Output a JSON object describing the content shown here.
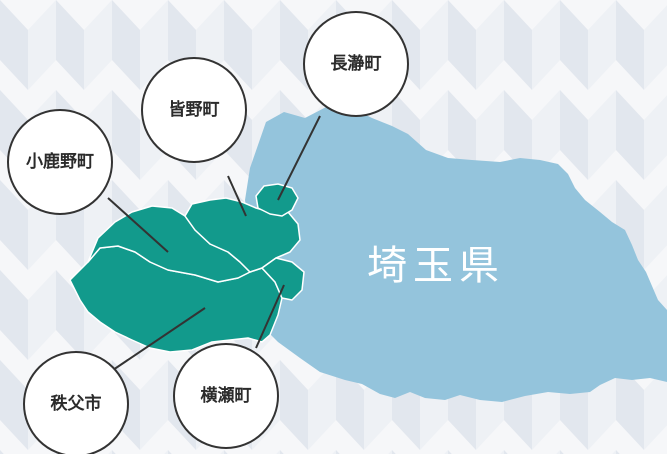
{
  "prefecture": {
    "name": "埼玉県",
    "color": "#94c4dc"
  },
  "highlight_color": "#129a8c",
  "background": {
    "base": "#f6f7f9",
    "pattern": "#e3e8ef"
  },
  "labels": {
    "chichibu": "秩父市",
    "ogano": "小鹿野町",
    "minano": "皆野町",
    "nagatoro": "長瀞町",
    "yokoze": "横瀬町"
  }
}
